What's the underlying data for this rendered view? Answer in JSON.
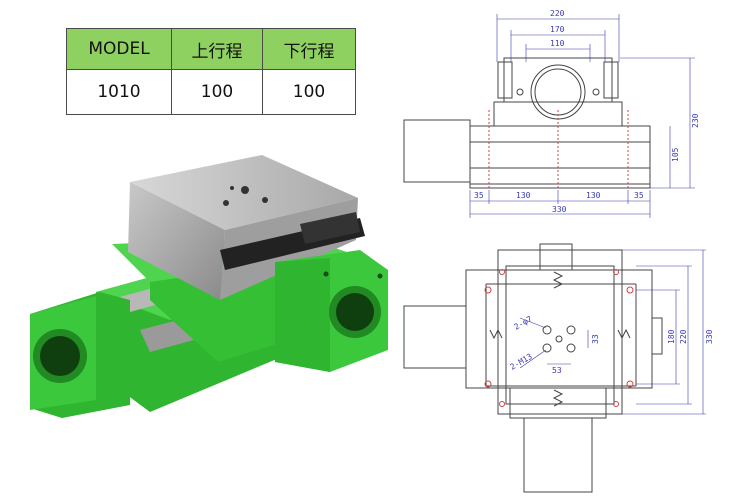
{
  "table": {
    "headers": [
      "MODEL",
      "上行程",
      "下行程"
    ],
    "values": [
      "1010",
      "100",
      "100"
    ]
  },
  "drawing_front": {
    "dims_top": [
      "220",
      "170",
      "110"
    ],
    "dims_bottom": [
      "35",
      "130",
      "130",
      "35"
    ],
    "dim_total": "330",
    "dims_side": [
      "230",
      "105"
    ]
  },
  "drawing_plan": {
    "hole_label_1": "2-φ7",
    "hole_label_2": "2-M13",
    "dims_center": [
      "53",
      "33"
    ],
    "dims_side": [
      "180",
      "220",
      "330"
    ]
  },
  "colors": {
    "header_green": "#8ed160",
    "stage_green": "#3cc83c",
    "dim_blue": "#3a3ab0"
  }
}
